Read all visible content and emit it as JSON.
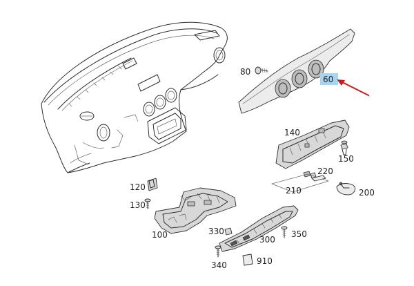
{
  "highlight_color": "#a9d3ee",
  "arrow_color": "#d01a1a",
  "callouts": {
    "c60": "60",
    "c80": "80",
    "c140": "140",
    "c150": "150",
    "c220": "220",
    "c210": "210",
    "c200": "200",
    "c120": "120",
    "c130": "130",
    "c100": "100",
    "c330": "330",
    "c300": "300",
    "c350": "350",
    "c340": "340",
    "c910": "910"
  }
}
